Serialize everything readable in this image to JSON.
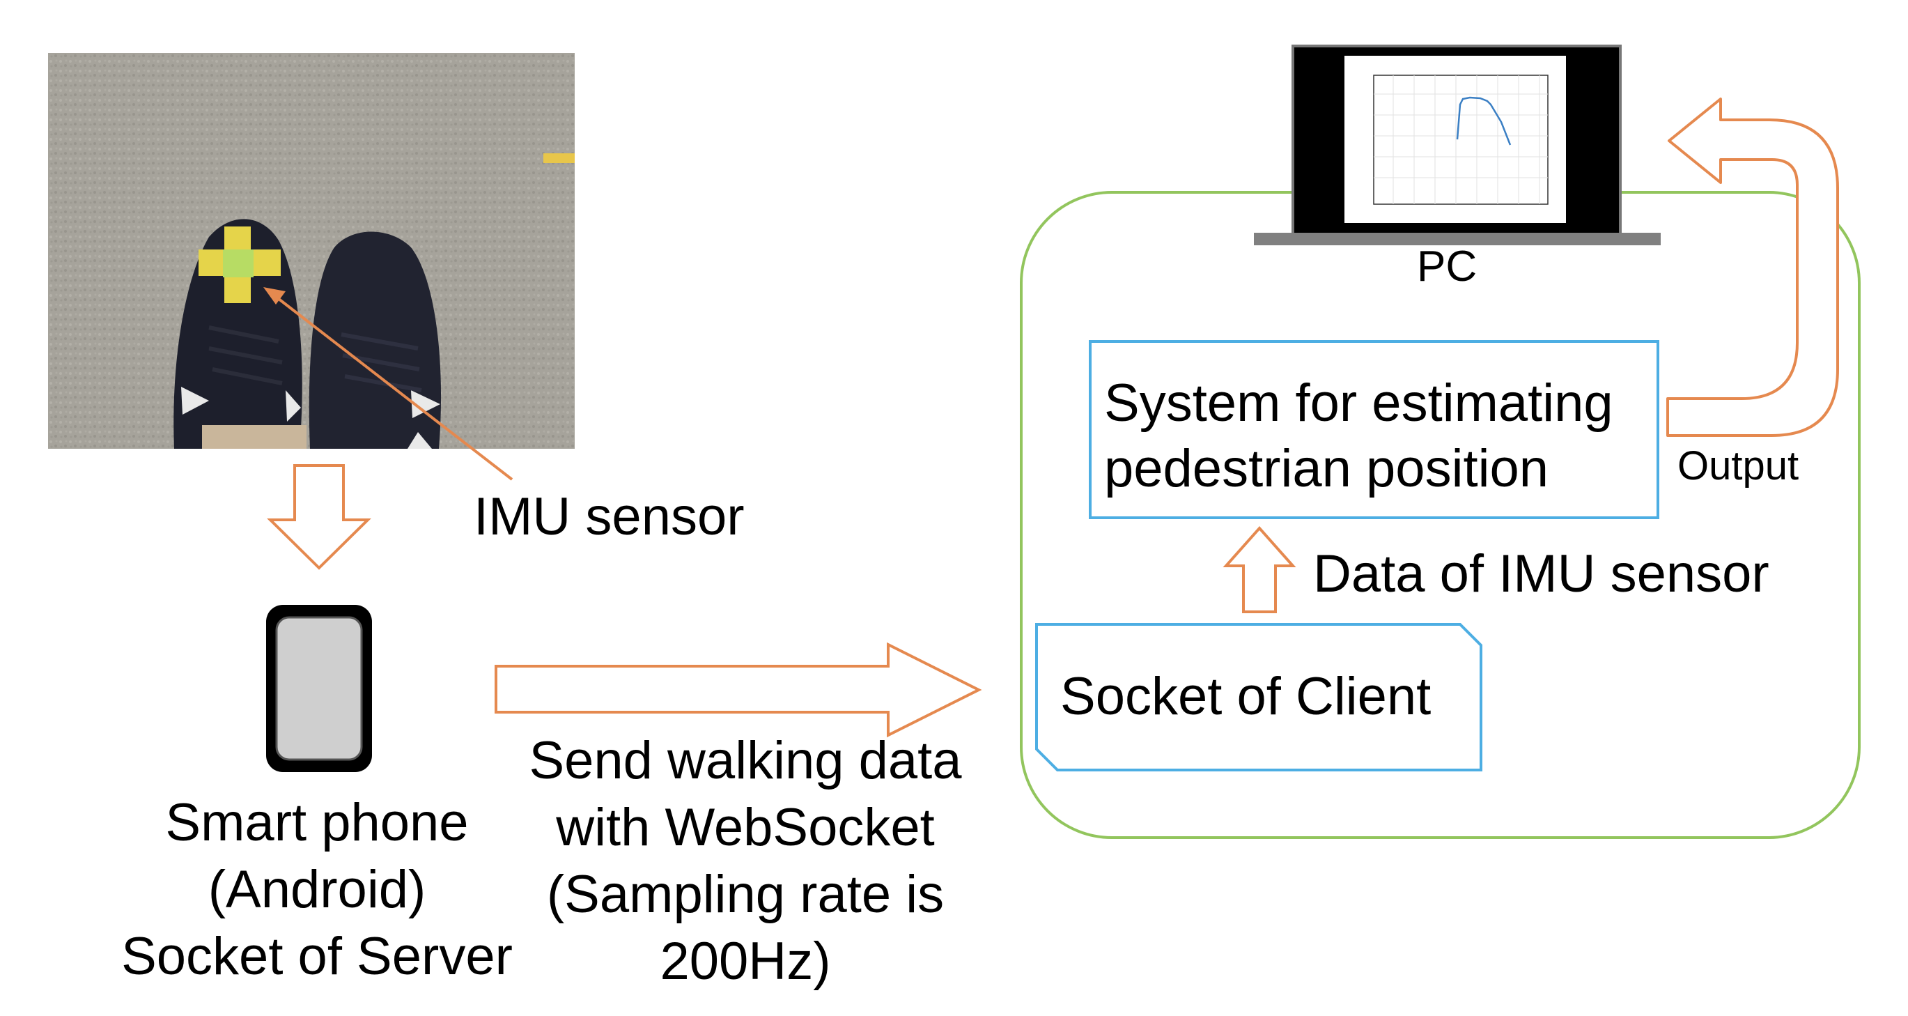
{
  "labels": {
    "imu_sensor": "IMU sensor",
    "phone": [
      "Smart phone",
      "(Android)",
      "Socket of Server"
    ],
    "send": [
      "Send walking data",
      "with WebSocket",
      "(Sampling rate is",
      "200Hz)"
    ],
    "pc": "PC",
    "system": [
      "System for estimating",
      "pedestrian position"
    ],
    "output": "Output",
    "data_imu": "Data of IMU sensor",
    "socket_client": "Socket of Client"
  },
  "colors": {
    "arrow_orange": "#E5894F",
    "group_green": "#92C55D",
    "box_blue": "#4DAEE3",
    "phone_gray": "#cfcfcf",
    "laptop_base": "#808080",
    "plot_line": "#3a7fc4"
  },
  "icons": {
    "photo": "shoes-with-imu-sensor-photo",
    "phone": "smartphone-icon",
    "pc": "laptop-icon"
  }
}
